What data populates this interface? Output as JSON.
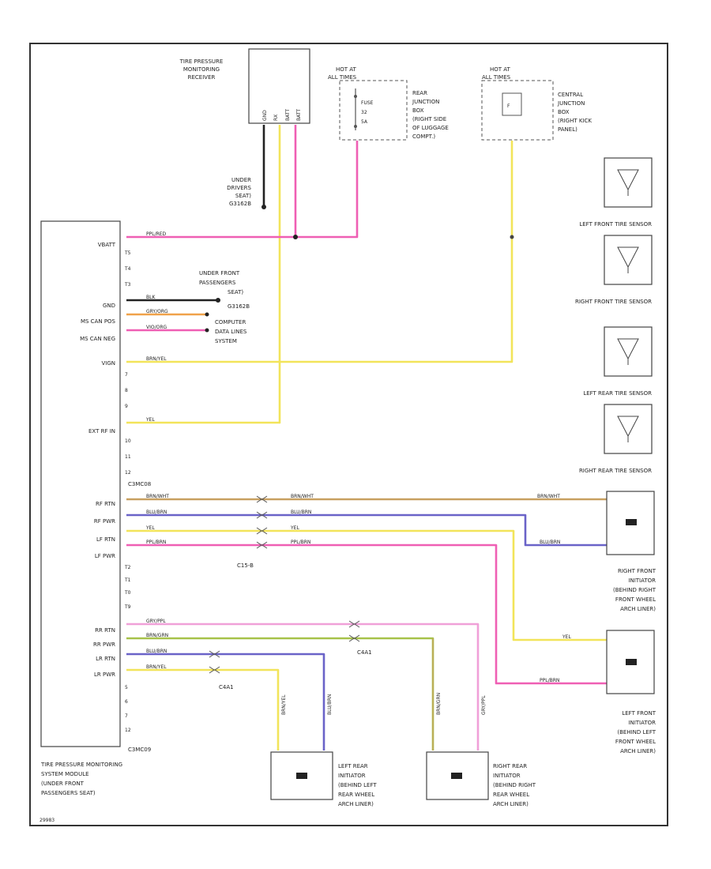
{
  "colors": {
    "pink": "#ef5fb4",
    "black": "#222222",
    "yellow": "#f2e45a",
    "orange": "#f0a24a",
    "tan": "#c8a060",
    "blue": "#6a63c8",
    "green": "#a7c24a",
    "lightpink": "#f0a0d8"
  },
  "receiver": {
    "label": [
      "TIRE PRESSURE",
      "MONITORING",
      "RECEIVER"
    ],
    "pins": [
      "GND",
      "RX",
      "BATT",
      "BATT"
    ]
  },
  "fuse_rear": {
    "hot": [
      "HOT AT",
      "ALL TIMES"
    ],
    "fuse": [
      "FUSE",
      "32",
      "5A"
    ],
    "box": [
      "REAR",
      "JUNCTION",
      "BOX",
      "(RIGHT SIDE",
      "OF LUGGAGE",
      "COMPT.)"
    ]
  },
  "fuse_central": {
    "hot": [
      "HOT AT",
      "ALL TIMES"
    ],
    "box": [
      "CENTRAL",
      "JUNCTION",
      "BOX",
      "(RIGHT KICK",
      "PANEL)"
    ]
  },
  "grounds": {
    "driver": [
      "UNDER",
      "DRIVERS",
      "SEAT)",
      "G3162B"
    ],
    "passenger": [
      "UNDER FRONT",
      "PASSENGERS",
      "SEAT)",
      "G3162B"
    ]
  },
  "computer_data": [
    "COMPUTER",
    "DATA LINES",
    "SYSTEM"
  ],
  "module": {
    "pin_labels": [
      "VBATT",
      "GND",
      "MS CAN POS",
      "MS CAN NEG",
      "VIGN",
      "EXT RF IN",
      "RF RTN",
      "RF PWR",
      "LF RTN",
      "LF PWR",
      "RR RTN",
      "RR PWR",
      "LR RTN",
      "LR PWR"
    ],
    "connectors": [
      "C3MC08",
      "C3MC09"
    ],
    "label": [
      "TIRE PRESSURE MONITORING",
      "SYSTEM MODULE",
      "(UNDER FRONT",
      "PASSENGERS SEAT)"
    ]
  },
  "wire_labels": {
    "vbatt": "PPL/RED",
    "gnd": "BLK",
    "can_pos": "GRY/ORG",
    "can_neg": "VIO/ORG",
    "vign": "BRN/YEL",
    "ext": "YEL",
    "rf_rtn": "BRN/WHT",
    "rf_pwr": "BLU/BRN",
    "lf_rtn": "YEL",
    "lf_pwr": "PPL/BRN",
    "rr_rtn": "GRY/PPL",
    "rr_pwr": "BRN/GRN",
    "lr_rtn": "BLU/BRN",
    "lr_pwr": "BRN/YEL"
  },
  "connectors_inline": [
    "C15-B",
    "C4A1",
    "C4A1"
  ],
  "sensors": [
    "LEFT FRONT TIRE SENSOR",
    "RIGHT FRONT TIRE SENSOR",
    "LEFT REAR TIRE SENSOR",
    "RIGHT REAR TIRE SENSOR"
  ],
  "initiators": {
    "right_front": [
      "RIGHT FRONT",
      "INITIATOR",
      "(BEHIND RIGHT",
      "FRONT WHEEL",
      "ARCH LINER)"
    ],
    "left_front": [
      "LEFT FRONT",
      "INITIATOR",
      "(BEHIND LEFT",
      "FRONT WHEEL",
      "ARCH LINER)"
    ],
    "left_rear": [
      "LEFT REAR",
      "INITIATOR",
      "(BEHIND LEFT",
      "REAR WHEEL",
      "ARCH LINER)"
    ],
    "right_rear": [
      "RIGHT REAR",
      "INITIATOR",
      "(BEHIND RIGHT",
      "REAR WHEEL",
      "ARCH LINER)"
    ]
  },
  "footer": "29983"
}
